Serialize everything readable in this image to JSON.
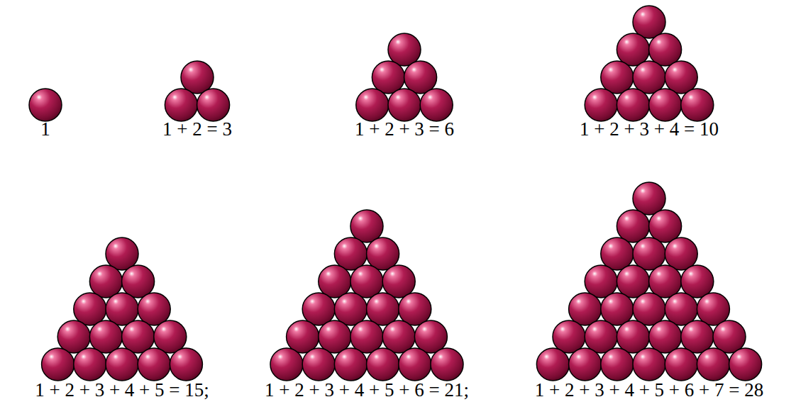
{
  "diagram": {
    "labels": [
      "1",
      "1 + 2 = 3",
      "1 + 2 + 3 = 6",
      "1 + 2 + 3 + 4 = 10",
      "1 + 2 + 3 + 4 + 5 = 15;",
      "1 + 2 + 3 + 4 + 5 + 6 = 21;",
      "1 + 2 + 3 + 4 + 5 + 6 + 7 = 28"
    ]
  }
}
